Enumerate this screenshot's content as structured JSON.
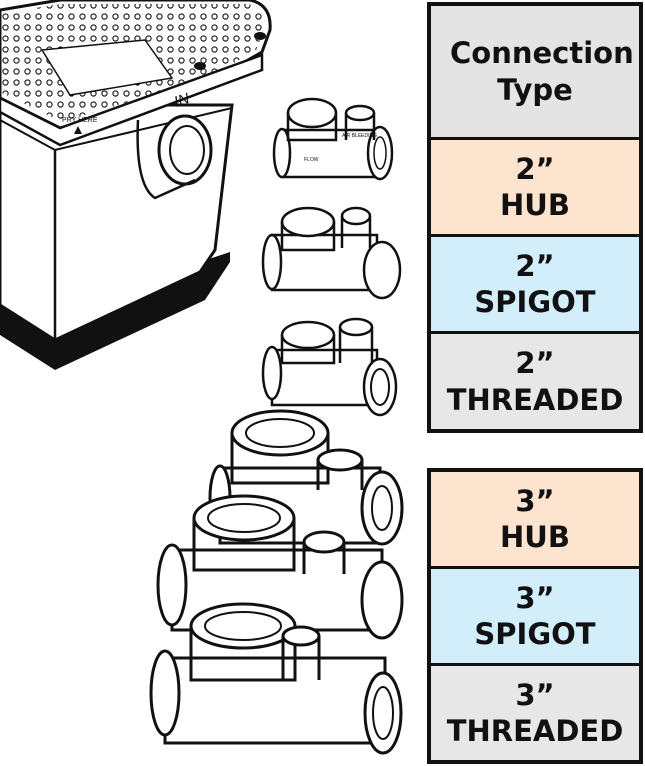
{
  "illustration": {
    "lid_labels": [
      "IN",
      "PRY HERE"
    ],
    "valve_labels": [
      "FLOW",
      "AIR BLEEDING"
    ]
  },
  "table_top": {
    "header": "Connection Type",
    "rows": [
      {
        "size": "2”",
        "type": "HUB",
        "color": "#fce4cf"
      },
      {
        "size": "2”",
        "type": "SPIGOT",
        "color": "#d3eefb"
      },
      {
        "size": "2”",
        "type": "THREADED",
        "color": "#e7e7e8"
      }
    ],
    "header_color": "#e4e4e5"
  },
  "table_bottom": {
    "rows": [
      {
        "size": "3”",
        "type": "HUB",
        "color": "#fce4cf"
      },
      {
        "size": "3”",
        "type": "SPIGOT",
        "color": "#d3eefb"
      },
      {
        "size": "3”",
        "type": "THREADED",
        "color": "#e7e7e8"
      }
    ]
  }
}
